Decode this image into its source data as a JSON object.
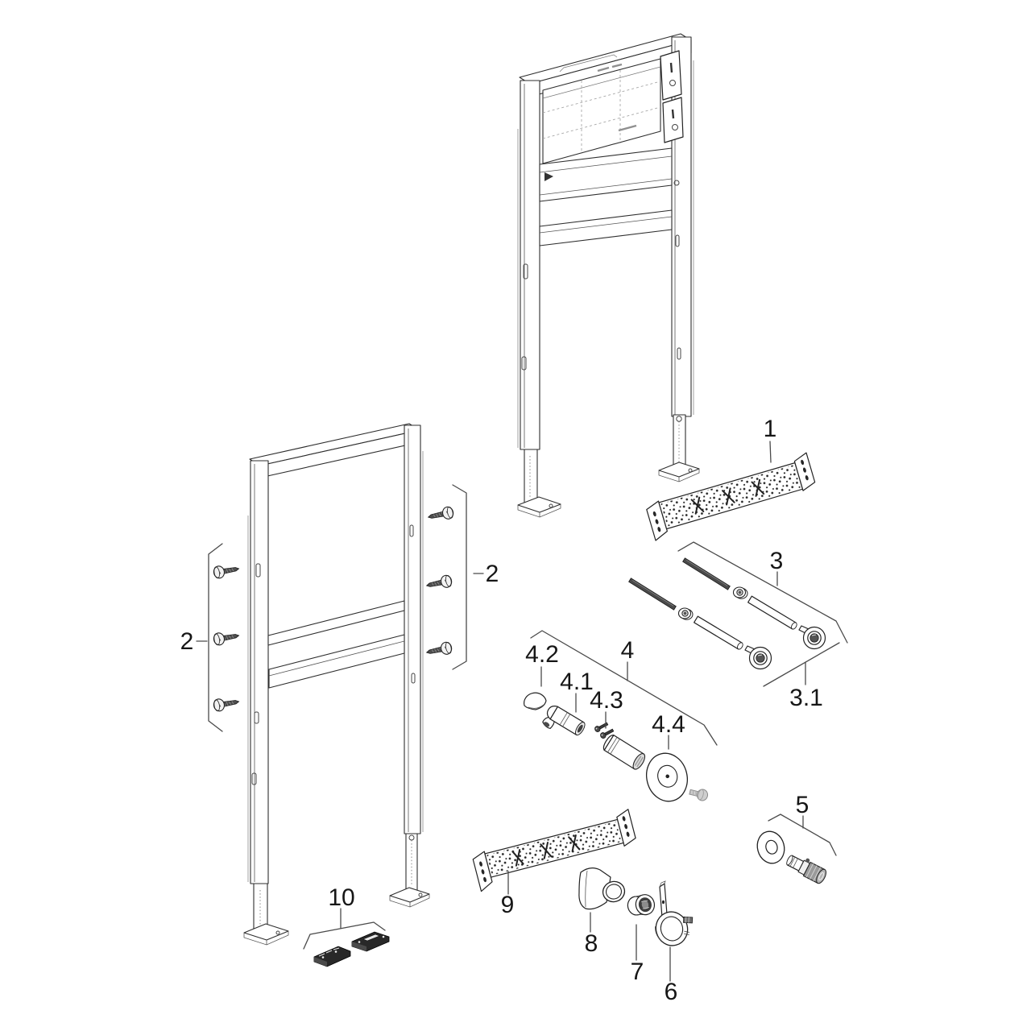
{
  "diagram": {
    "type": "exploded-parts-diagram",
    "background": "#ffffff",
    "line_color": "#222222",
    "leader_color": "#4a4a4a",
    "labels": {
      "p1": "1",
      "p2": "2",
      "p3": "3",
      "p3_1": "3.1",
      "p4": "4",
      "p4_1": "4.1",
      "p4_2": "4.2",
      "p4_3": "4.3",
      "p4_4": "4.4",
      "p5": "5",
      "p6": "6",
      "p7": "7",
      "p8": "8",
      "p9": "9",
      "p10": "10"
    }
  }
}
